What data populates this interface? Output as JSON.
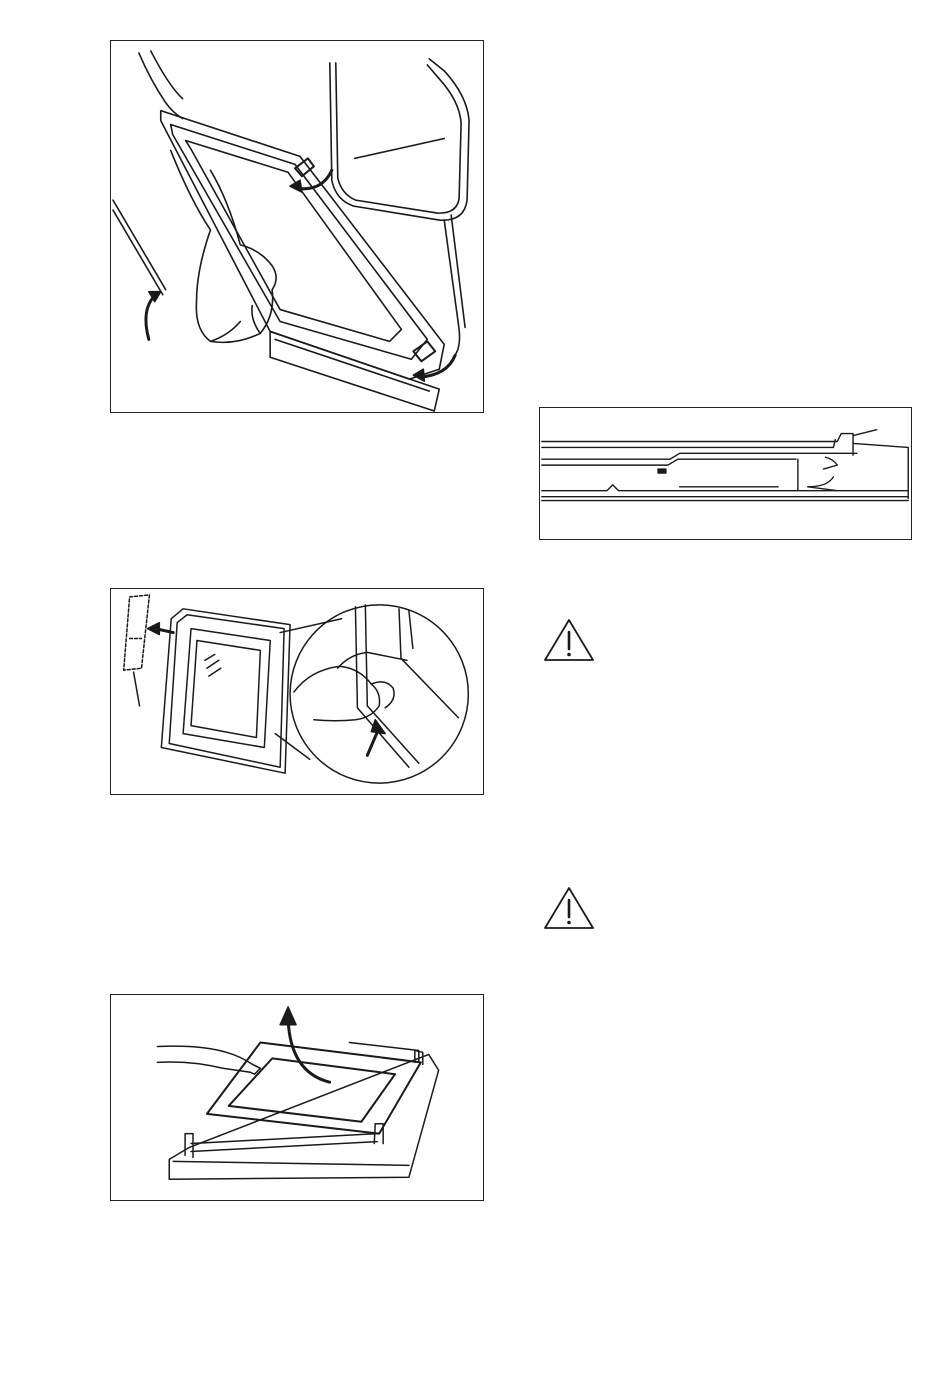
{
  "page": {
    "background": "#ffffff",
    "line_color": "#1a1a1a"
  },
  "figures": [
    {
      "id": "fig1",
      "icon": "oven-door-hinge-removal-illustration"
    },
    {
      "id": "fig2",
      "icon": "door-glass-release-clip-illustration"
    },
    {
      "id": "fig3",
      "icon": "inner-glass-panel-lift-illustration"
    },
    {
      "id": "fig4",
      "icon": "door-glass-cross-section-illustration"
    }
  ],
  "warnings": [
    {
      "id": "warn1",
      "icon": "warning-triangle-icon"
    },
    {
      "id": "warn2",
      "icon": "warning-triangle-icon"
    }
  ]
}
